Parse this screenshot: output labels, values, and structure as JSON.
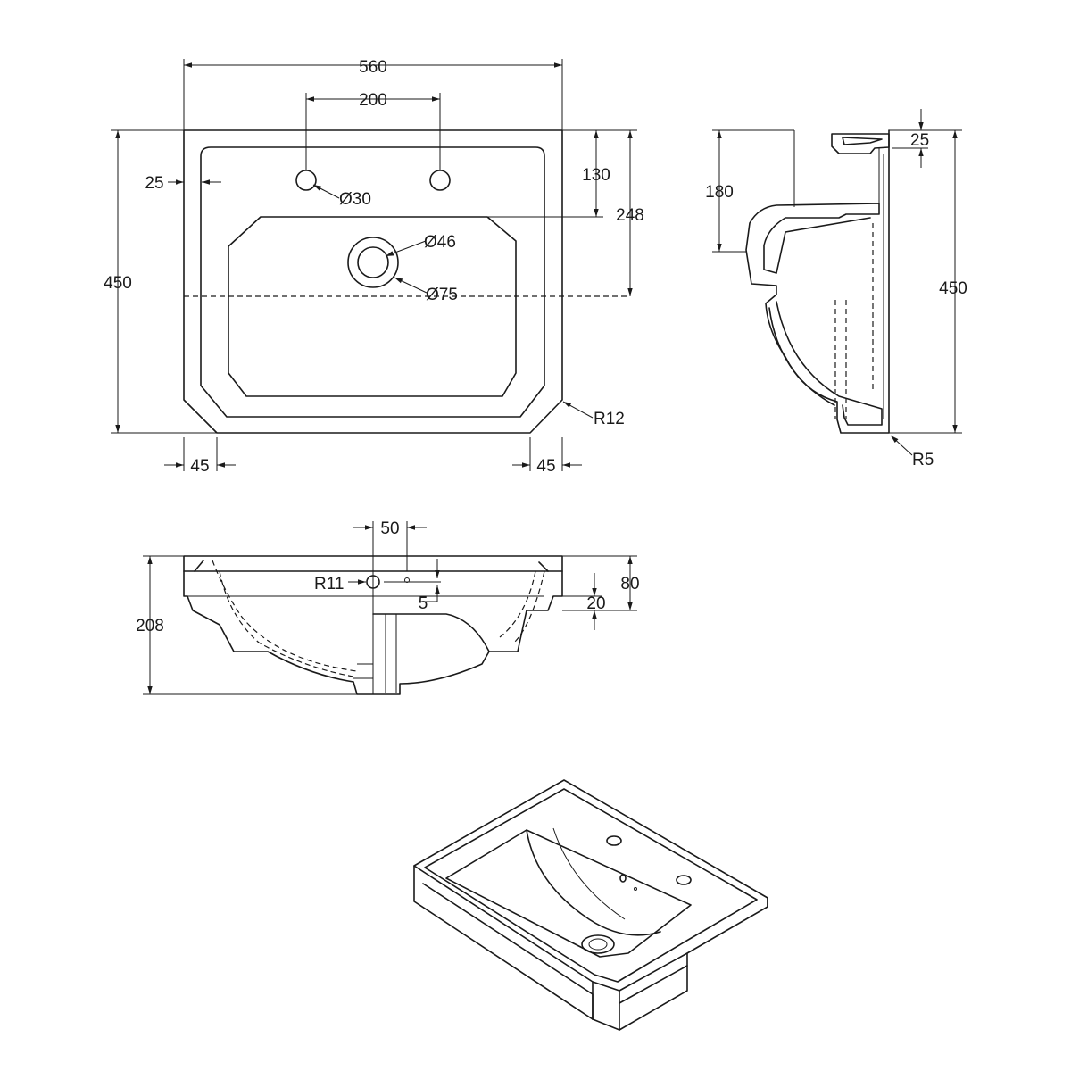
{
  "top_view": {
    "width": "560",
    "tap_spacing": "200",
    "rim_offset": "25",
    "tap_hole_dia": "Ø30",
    "tap_to_bowl": "130",
    "waste_depth": "248",
    "depth": "450",
    "waste_inner": "Ø46",
    "waste_outer": "Ø75",
    "corner_radius": "R12",
    "chamfer_left": "45",
    "chamfer_right": "45"
  },
  "side_view": {
    "rim_height": "25",
    "bowl_height": "180",
    "depth": "450",
    "edge_radius": "R5"
  },
  "front_view": {
    "overflow_offset": "50",
    "overflow_radius": "R11",
    "overflow_gap": "5",
    "rim_height": "80",
    "lip_height": "20",
    "total_height": "208"
  }
}
